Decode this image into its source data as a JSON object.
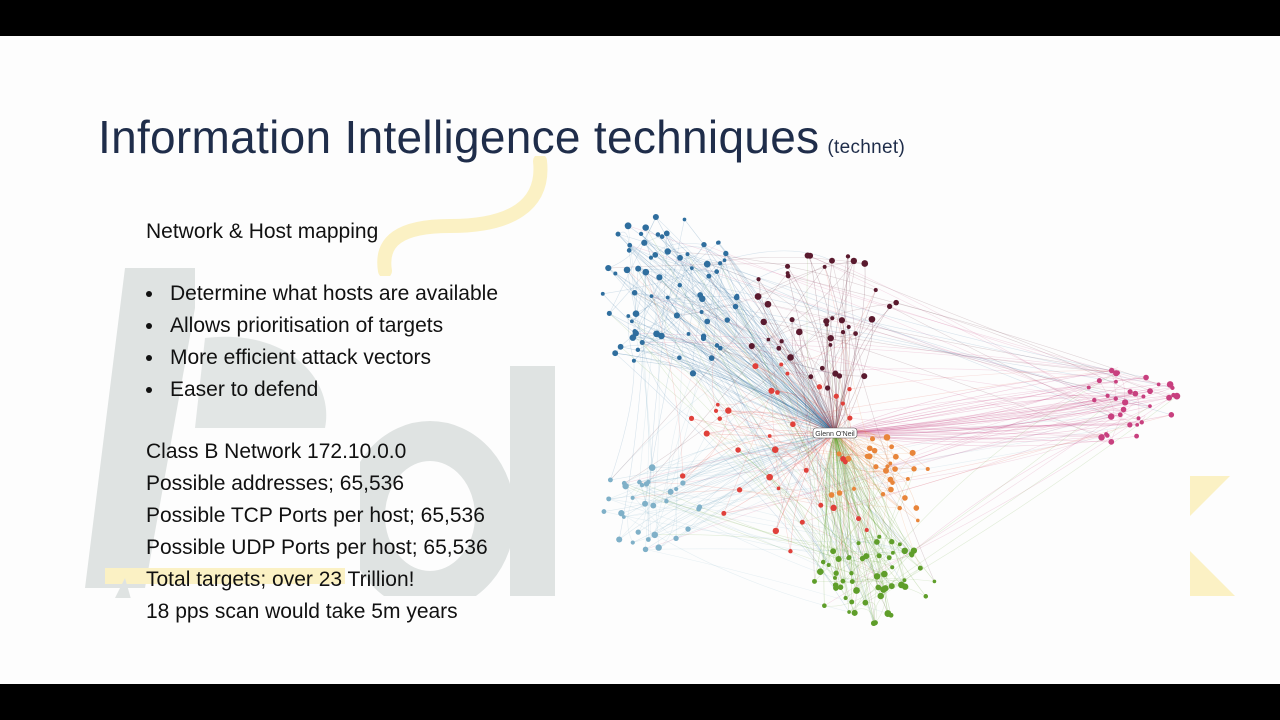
{
  "slide": {
    "title": "Information Intelligence techniques",
    "title_suffix": "(technet)",
    "section_heading": "Network & Host mapping",
    "bullets": [
      "Determine what hosts are available",
      "Allows prioritisation of targets",
      "More efficient attack vectors",
      "Easer to defend"
    ],
    "facts": [
      "Class B Network 172.10.0.0",
      "Possible addresses; 65,536",
      "Possible TCP Ports per host; 65,536",
      "Possible UDP Ports per host; 65,536",
      "Total targets; over 23 Trillion!",
      "18 pps scan would take 5m years"
    ]
  },
  "graph": {
    "center_label": "Glenn O'Neil",
    "cluster_colors": {
      "blue": "#2f6e9e",
      "light_blue": "#7fb0c8",
      "dark_red": "#5a1a2e",
      "pink": "#c8407f",
      "orange": "#e8853a",
      "green": "#5f9e2a",
      "red": "#e0403a",
      "gray": "#888888"
    }
  },
  "colors": {
    "title": "#1f2d4a",
    "watermark_gray": "#dfe3e2",
    "watermark_yellow": "#fbf1c4"
  }
}
